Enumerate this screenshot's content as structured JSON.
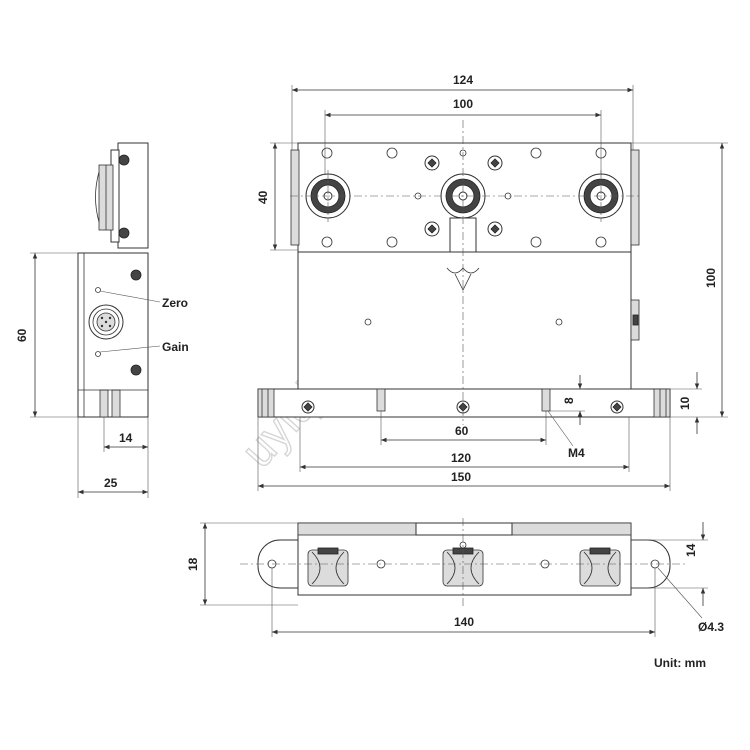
{
  "watermark": "uyiqi.com",
  "units_note": "Unit: mm",
  "side_view": {
    "labels": {
      "zero": "Zero",
      "gain": "Gain"
    },
    "dims": {
      "height": "60",
      "connector_offset": "14",
      "depth": "25"
    }
  },
  "front_view": {
    "dims": {
      "top_width": "124",
      "hole_spacing_top": "100",
      "top_height": "40",
      "total_height": "100",
      "mount_spacing": "60",
      "base_spacing": "120",
      "base_width": "150",
      "base_height": "10",
      "thread_depth": "8",
      "thread": "M4"
    }
  },
  "bottom_view": {
    "dims": {
      "width": "18",
      "flange_width": "14",
      "hole_spacing": "140",
      "hole_dia": "Ø4.3"
    }
  }
}
